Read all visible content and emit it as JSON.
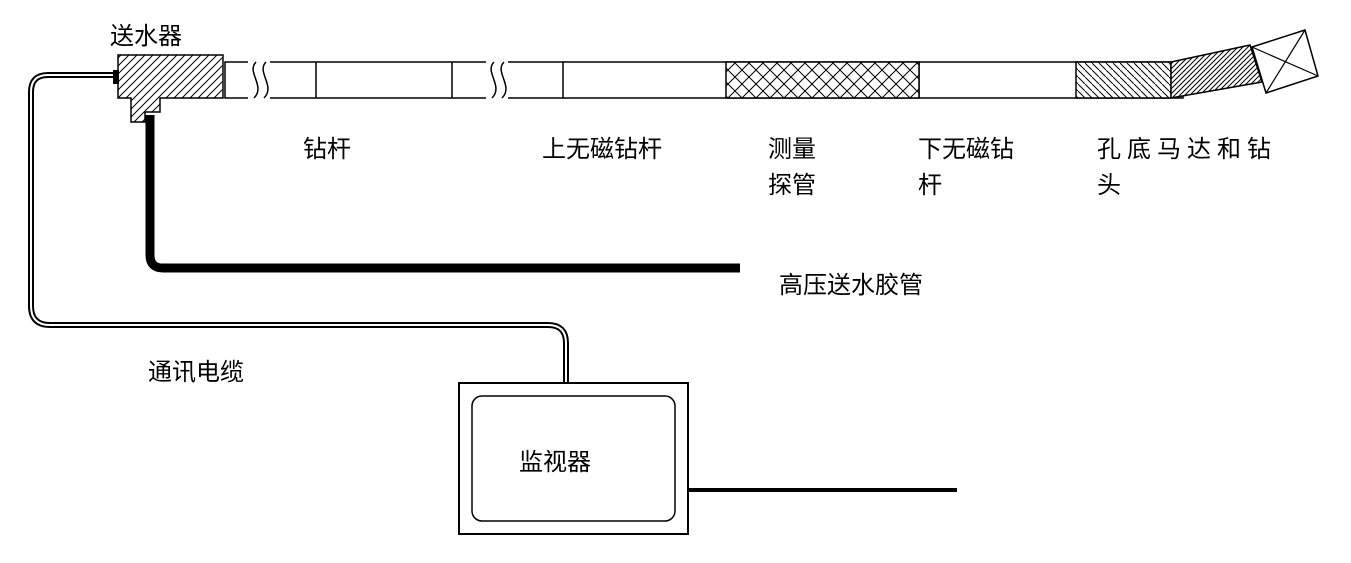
{
  "labels": {
    "water_feeder": "送水器",
    "drill_rod": "钻杆",
    "upper_nonmag_rod": "上无磁钻杆",
    "probe": [
      "测量",
      "探管"
    ],
    "lower_nonmag_rod": [
      "下无磁钻",
      "杆"
    ],
    "motor_bit": [
      "孔底马达和钻",
      "头"
    ],
    "hose": "高压送水胶管",
    "cable": "通讯电缆",
    "monitor": "监视器"
  },
  "colors": {
    "line": "#000000",
    "background": "#ffffff"
  }
}
